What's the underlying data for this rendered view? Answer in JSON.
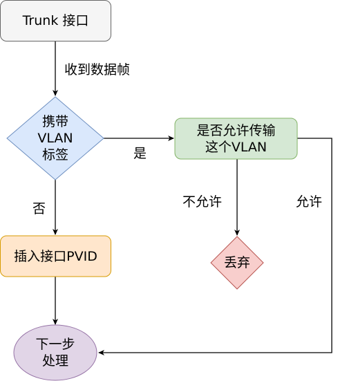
{
  "nodes": {
    "trunk_port": "Trunk 接口",
    "has_vlan_tag": "携带\nVLAN\n标签",
    "vlan_allowed": "是否允许传输\n这个VLAN",
    "insert_pvid": "插入接口PVID",
    "discard": "丢弃",
    "next_step": "下一步\n处理"
  },
  "edges": {
    "receive_frame": "收到数据帧",
    "yes": "是",
    "no": "否",
    "not_allowed": "不允许",
    "allowed": "允许"
  },
  "colors": {
    "start_fill": "#f5f5f5",
    "start_stroke": "#666666",
    "decision_fill": "#dae8fc",
    "decision_stroke": "#6c8ebf",
    "check_fill": "#d5e8d4",
    "check_stroke": "#82b366",
    "process_fill": "#ffe6cc",
    "process_stroke": "#d79b00",
    "discard_fill": "#f8cecc",
    "discard_stroke": "#b85450",
    "end_fill": "#e1d5e7",
    "end_stroke": "#9673a6"
  }
}
